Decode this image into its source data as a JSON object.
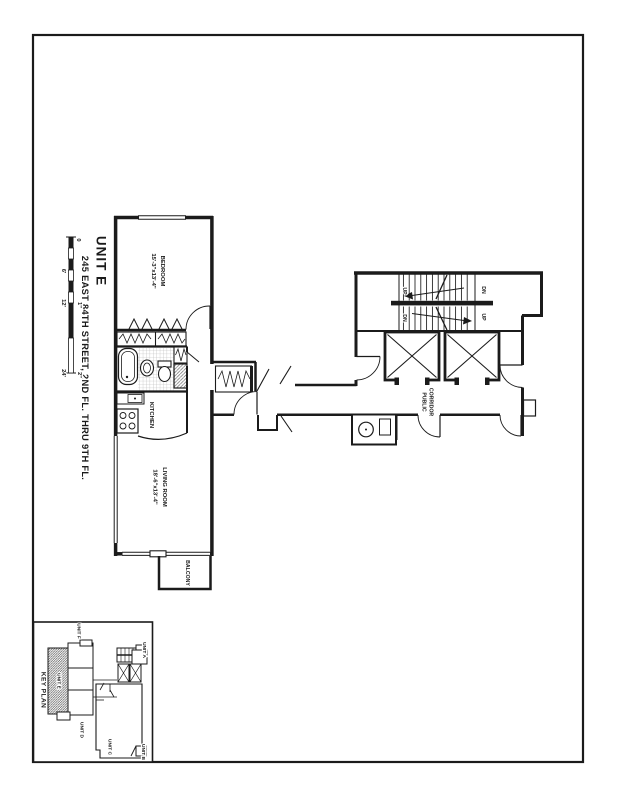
{
  "colors": {
    "ink": "#1b1b1b",
    "paper": "#ffffff",
    "tile_hatch": "#b5b5b5",
    "diag_hatch": "#666666"
  },
  "title": {
    "unit": "UNIT E",
    "address": "245 EAST 84TH STREET, 2ND FL. THRU 9TH FL."
  },
  "scale": {
    "zero": "0",
    "six": "6'",
    "twelve": "12'",
    "twentyfour": "24'",
    "one_inch": "1\"",
    "two_inch": "2\""
  },
  "rooms": {
    "bedroom_name": "BEDROOM",
    "bedroom_dims": "15'-3\"x13'-4\"",
    "living_name": "LIVING ROOM",
    "living_dims": "18'-6\"x13'-4\"",
    "kitchen": "KITCHEN",
    "balcony": "BALCONY",
    "corridor_line1": "PUBLIC",
    "corridor_line2": "CORRIDOR"
  },
  "stairs": {
    "left_top": "UP",
    "left_bottom": "DN",
    "right_top": "DN",
    "right_bottom": "UP"
  },
  "key_plan": {
    "title": "KEY PLAN",
    "unit_a": "UNIT A",
    "unit_b": "UNIT B",
    "unit_c": "UNIT C",
    "unit_d": "UNIT D",
    "unit_e": "UNIT E",
    "unit_f": "UNIT F"
  }
}
